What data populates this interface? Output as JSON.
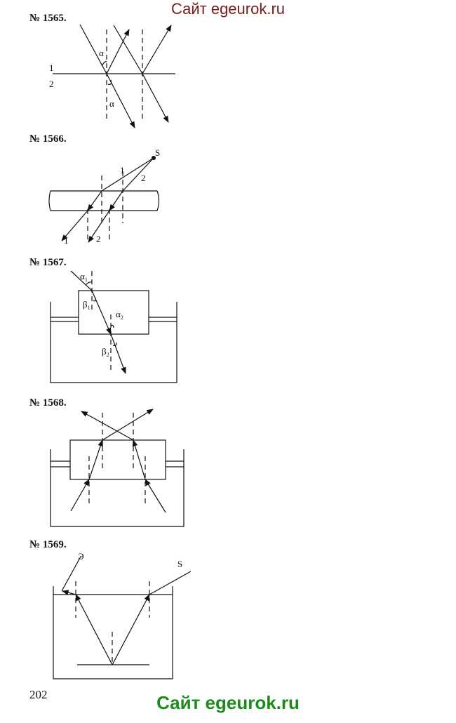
{
  "header": {
    "site_label": "Сайт egeurok.ru"
  },
  "footer": {
    "site_label": "Сайт egeurok.ru"
  },
  "page_number": "202",
  "problems": [
    {
      "number": "№ 1565.",
      "labels": {
        "medium_1": "1",
        "medium_2": "2",
        "alpha_top": "α",
        "alpha_bottom": "α"
      }
    },
    {
      "number": "№ 1566.",
      "labels": {
        "source": "S",
        "ray_1_top": "1",
        "ray_2_top": "2",
        "ray_1_bottom": "1",
        "ray_2_bottom": "2"
      }
    },
    {
      "number": "№ 1567.",
      "labels": {
        "alpha": "α",
        "alpha_1_sub": "1",
        "beta": "β",
        "beta_1_sub": "1",
        "alpha_2": "α",
        "alpha_2_sub": "2",
        "beta_2": "β",
        "beta_2_sub": "2"
      }
    },
    {
      "number": "№ 1568."
    },
    {
      "number": "№ 1569.",
      "labels": {
        "screen": "Э",
        "source": "S"
      }
    }
  ]
}
